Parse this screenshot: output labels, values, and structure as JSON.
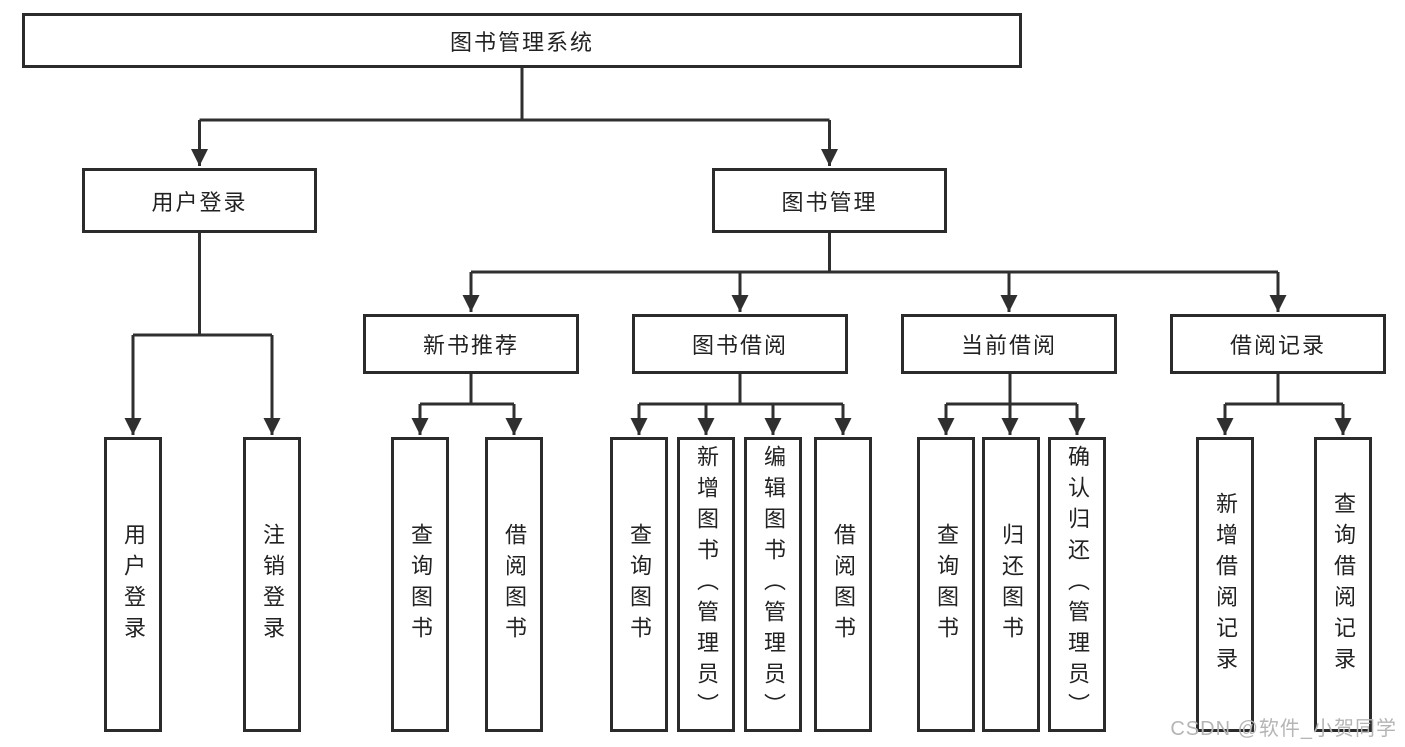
{
  "diagram": {
    "root": {
      "label": "图书管理系统"
    },
    "branches": [
      {
        "label": "用户登录",
        "children": [
          {
            "label": "用户登录"
          },
          {
            "label": "注销登录"
          }
        ]
      },
      {
        "label": "图书管理",
        "children": [
          {
            "label": "新书推荐",
            "children": [
              {
                "label": "查询图书"
              },
              {
                "label": "借阅图书"
              }
            ]
          },
          {
            "label": "图书借阅",
            "children": [
              {
                "label": "查询图书"
              },
              {
                "label": "新增图书（管理员）"
              },
              {
                "label": "编辑图书（管理员）"
              },
              {
                "label": "借阅图书"
              }
            ]
          },
          {
            "label": "当前借阅",
            "children": [
              {
                "label": "查询图书"
              },
              {
                "label": "归还图书"
              },
              {
                "label": "确认归还（管理员）"
              }
            ]
          },
          {
            "label": "借阅记录",
            "children": [
              {
                "label": "新增借阅记录"
              },
              {
                "label": "查询借阅记录"
              }
            ]
          }
        ]
      }
    ]
  },
  "watermark": {
    "text": "CSDN @软件_小贺同学"
  },
  "colors": {
    "line": "#2f2f2f",
    "box_border": "#2b2b2b",
    "text": "#222222",
    "background": "#ffffff",
    "watermark": "#b5b5b5"
  }
}
